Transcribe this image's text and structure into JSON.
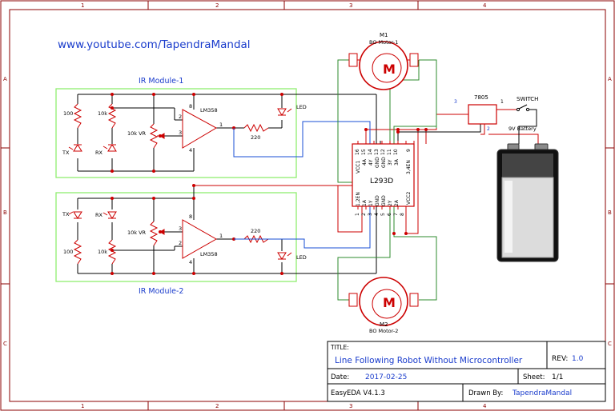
{
  "frame": {
    "cols": [
      "1",
      "2",
      "3",
      "4"
    ],
    "rows": [
      "A",
      "B",
      "C"
    ]
  },
  "url": "www.youtube.com/TapendraMandal",
  "modules": {
    "m1_label": "IR Module-1",
    "m2_label": "IR Module-2"
  },
  "components": {
    "opamp": "LM358",
    "r100": "100",
    "r10k": "10k",
    "vr": "10k VR",
    "r220": "220",
    "tx": "TX",
    "rx": "RX",
    "led": "LED",
    "pin1": "1",
    "pin2": "2",
    "pin3": "3",
    "pin4": "4",
    "pin8": "8"
  },
  "motors": {
    "m1_ref": "M1",
    "m1_name": "BO Motor-1",
    "m1_glyph": "M",
    "m2_ref": "M2",
    "m2_name": "BO Motor-2",
    "m2_glyph": "M"
  },
  "regulator": {
    "name": "7805",
    "p1": "1",
    "p2": "2",
    "p3": "3"
  },
  "switch": "SWITCH",
  "battery": "9V Battery",
  "ic": {
    "name": "L293D",
    "top_pins": [
      "16",
      "15",
      "14",
      "13",
      "12",
      "11",
      "10",
      "9"
    ],
    "top_labels": [
      "VCC1",
      "4A",
      "4Y",
      "GND",
      "GND",
      "3Y",
      "3A",
      "3,4EN"
    ],
    "bot_pins": [
      "1",
      "2",
      "3",
      "4",
      "5",
      "6",
      "7",
      "8"
    ],
    "bot_labels": [
      "1,2EN",
      "1A",
      "1Y",
      "GND",
      "GND",
      "2Y",
      "2A",
      "VCC2"
    ]
  },
  "title_block": {
    "title_label": "TITLE:",
    "title": "Line Following Robot Without Microcontroller",
    "rev_label": "REV:",
    "rev": "1.0",
    "date_label": "Date:",
    "date": "2017-02-25",
    "sheet_label": "Sheet:",
    "sheet": "1/1",
    "tool": "EasyEDA V4.1.3",
    "drawn_label": "Drawn By:",
    "drawn": "TapendraMandal"
  },
  "colors": {
    "frame": "#8b0000",
    "wire_red": "#cc0000",
    "wire_green": "#2e8b2e",
    "wire_blue": "#1a4fd6",
    "wire_black": "#000000",
    "box": "#90ee70",
    "label_blue": "#1a3ccc"
  }
}
